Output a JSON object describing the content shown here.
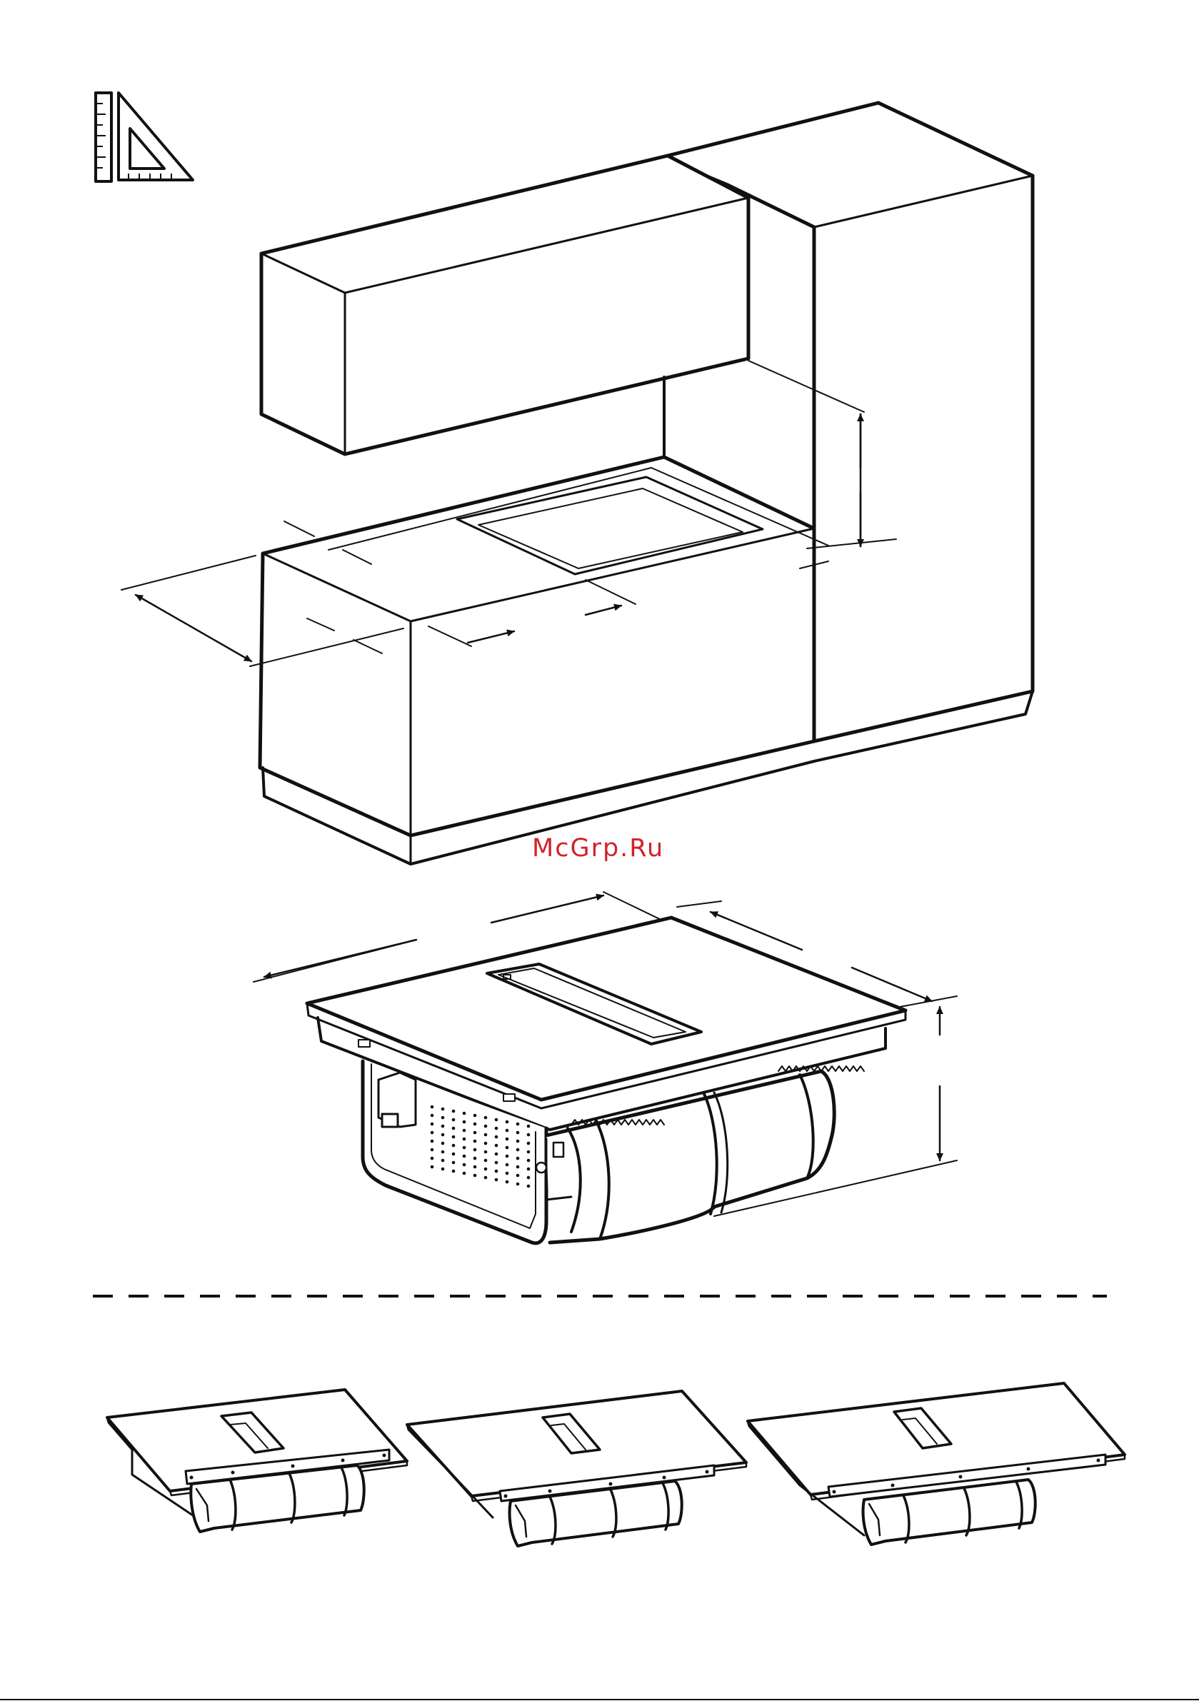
{
  "page": {
    "watermark": "McGrp.Ru",
    "background_color": "#ffffff",
    "line_color": "#111111",
    "watermark_color": "#d2222a"
  },
  "icons": {
    "measure": "ruler-and-set-square-icon"
  },
  "sections": {
    "kitchen": "kitchen-cabinets-installation-diagram",
    "appliance": "hob-with-extractor-dimensions-diagram",
    "variants": [
      "worktop-variant-1",
      "worktop-variant-2",
      "worktop-variant-3"
    ]
  }
}
